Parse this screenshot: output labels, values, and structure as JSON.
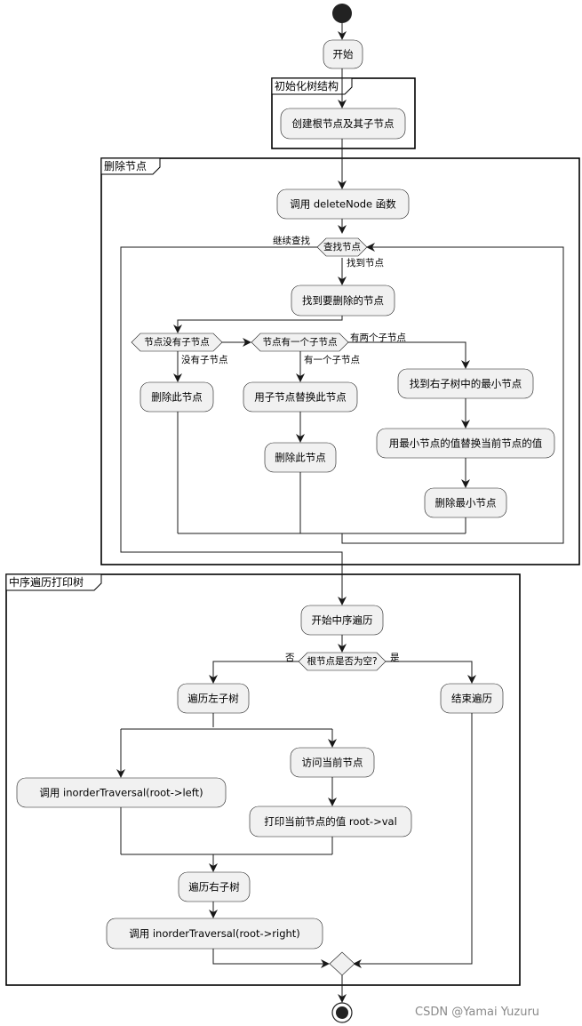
{
  "partitions": {
    "init": "初始化树结构",
    "delete": "删除节点",
    "inorder": "中序遍历打印树"
  },
  "activities": {
    "start": "开始",
    "create_root": "创建根节点及其子节点",
    "call_delete": "调用 deleteNode 函数",
    "find_target": "找到要删除的节点",
    "delete_leaf": "删除此节点",
    "replace_child": "用子节点替换此节点",
    "delete_one": "删除此节点",
    "find_min": "找到右子树中的最小节点",
    "replace_min": "用最小节点的值替换当前节点的值",
    "delete_min": "删除最小节点",
    "start_inorder": "开始中序遍历",
    "traverse_left": "遍历左子树",
    "end_traverse": "结束遍历",
    "visit_current": "访问当前节点",
    "call_left": "调用 inorderTraversal(root->left)",
    "print_val": "打印当前节点的值 root->val",
    "traverse_right": "遍历右子树",
    "call_right": "调用 inorderTraversal(root->right)"
  },
  "decisions": {
    "search": "查找节点",
    "no_child": "节点没有子节点",
    "one_child": "节点有一个子节点",
    "root_empty": "根节点是否为空?"
  },
  "edge_labels": {
    "continue_search": "继续查找",
    "found": "找到节点",
    "has_no_child": "没有子节点",
    "has_one_child": "有一个子节点",
    "has_two_children": "有两个子节点",
    "no": "否",
    "yes": "是"
  },
  "watermark": "CSDN @Yamai Yuzuru"
}
